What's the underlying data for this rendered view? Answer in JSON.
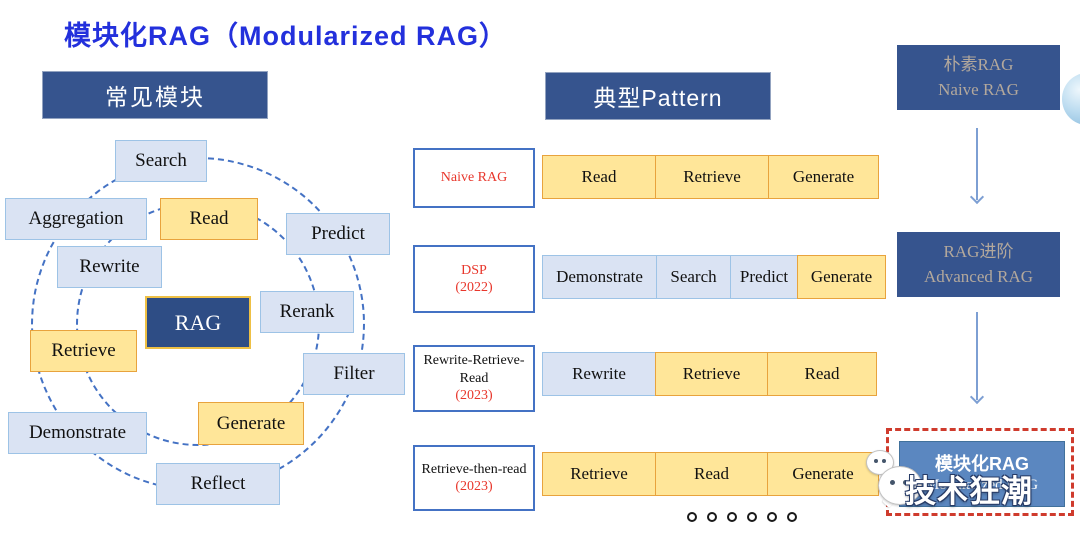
{
  "title": "模块化RAG（Modularized RAG）",
  "sections": {
    "modules_header": "常见模块",
    "patterns_header": "典型Pattern"
  },
  "module_wheel": {
    "center": "RAG",
    "modules": [
      {
        "label": "Search",
        "type": "blue"
      },
      {
        "label": "Aggregation",
        "type": "blue"
      },
      {
        "label": "Read",
        "type": "yellow"
      },
      {
        "label": "Predict",
        "type": "blue"
      },
      {
        "label": "Rewrite",
        "type": "blue"
      },
      {
        "label": "Rerank",
        "type": "blue"
      },
      {
        "label": "Retrieve",
        "type": "yellow"
      },
      {
        "label": "Filter",
        "type": "blue"
      },
      {
        "label": "Generate",
        "type": "yellow"
      },
      {
        "label": "Demonstrate",
        "type": "blue"
      },
      {
        "label": "Reflect",
        "type": "blue"
      }
    ]
  },
  "patterns": [
    {
      "name": "Naive RAG",
      "year": "",
      "steps": [
        {
          "label": "Read",
          "type": "yellow"
        },
        {
          "label": "Retrieve",
          "type": "yellow"
        },
        {
          "label": "Generate",
          "type": "yellow"
        }
      ]
    },
    {
      "name": "DSP",
      "year": "(2022)",
      "steps": [
        {
          "label": "Demonstrate",
          "type": "blue"
        },
        {
          "label": "Search",
          "type": "blue"
        },
        {
          "label": "Predict",
          "type": "blue"
        },
        {
          "label": "Generate",
          "type": "yellow"
        }
      ]
    },
    {
      "name": "Rewrite-Retrieve-Read",
      "year": "(2023)",
      "steps": [
        {
          "label": "Rewrite",
          "type": "blue"
        },
        {
          "label": "Retrieve",
          "type": "yellow"
        },
        {
          "label": "Read",
          "type": "yellow"
        }
      ]
    },
    {
      "name": "Retrieve-then-read",
      "year": "(2023)",
      "steps": [
        {
          "label": "Retrieve",
          "type": "yellow"
        },
        {
          "label": "Read",
          "type": "yellow"
        },
        {
          "label": "Generate",
          "type": "yellow"
        }
      ]
    }
  ],
  "evolution": [
    {
      "zh": "朴素RAG",
      "en": "Naive RAG"
    },
    {
      "zh": "RAG进阶",
      "en": "Advanced RAG"
    },
    {
      "zh": "模块化RAG",
      "en": "Modularized RAG"
    }
  ],
  "watermark": "技术狂潮",
  "colors": {
    "title_blue": "#2330dc",
    "header_bg": "#36548e",
    "module_blue_fill": "#dae3f3",
    "module_blue_border": "#9dc3e6",
    "module_yellow_fill": "#ffe699",
    "module_yellow_border": "#e8a33d",
    "rag_center_fill": "#2e4d85",
    "rag_center_border": "#eec045",
    "dashed_circle": "#4472c4",
    "pattern_label_border": "#4472c4",
    "pattern_red_text": "#e8372c",
    "evolution_text": "#b3a89c",
    "final_box_fill": "#5b87c0",
    "final_dashed_border": "#cf3b2d",
    "arrow_blue": "#7d9fd3"
  }
}
